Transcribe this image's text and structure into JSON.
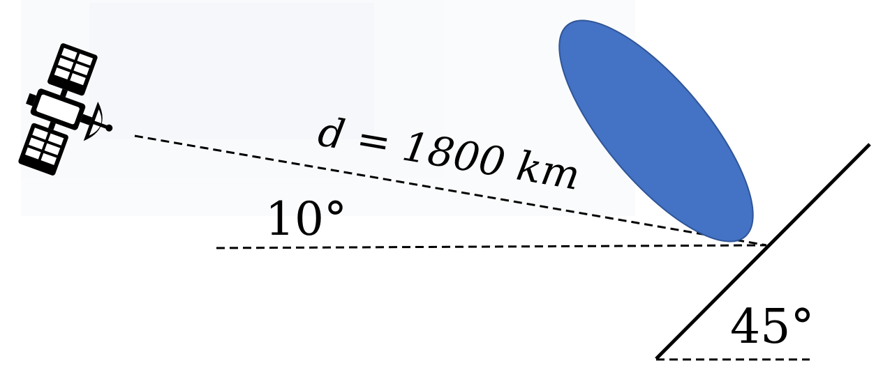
{
  "diagram": {
    "distance_label": "d = 1800 km",
    "elevation_angle_label": "10°",
    "surface_angle_label": "45°"
  },
  "colors": {
    "beam": "#4472C4",
    "beam_edge": "#2F5597",
    "ink": "#000000",
    "ghost": "#F3F5F8"
  },
  "icons": {
    "satellite": "satellite-icon"
  }
}
